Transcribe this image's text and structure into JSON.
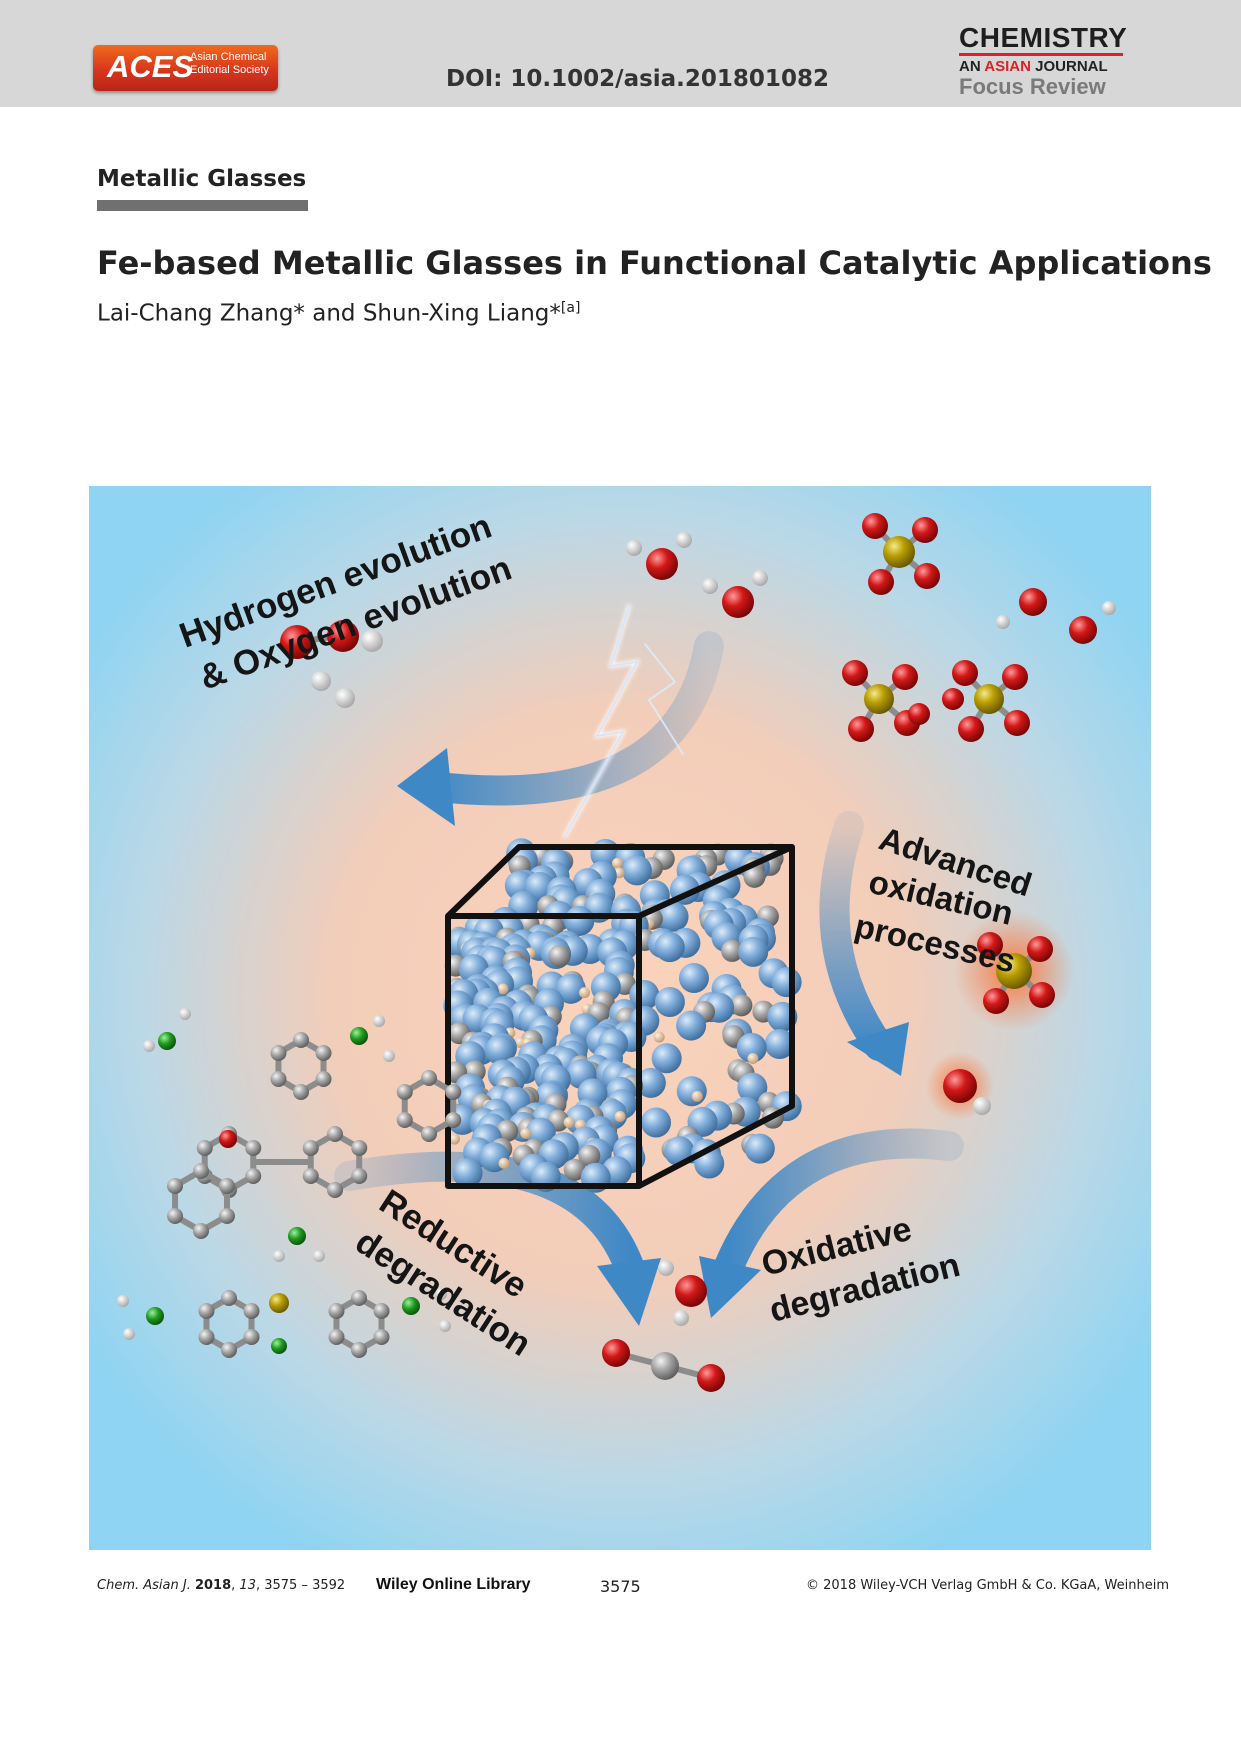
{
  "header": {
    "logo_word": "ACES",
    "logo_sub": "Asian Chemical Editorial Society",
    "doi": "DOI: 10.1002/asia.201801082",
    "journal_line1": "CHEMISTRY",
    "journal_an": "AN",
    "journal_asian": "ASIAN",
    "journal_journal": "JOURNAL",
    "journal_type": "Focus Review"
  },
  "article": {
    "section": "Metallic Glasses",
    "title": "Fe-based Metallic Glasses in Functional Catalytic Applications",
    "authors": "Lai-Chang Zhang* and Shun-Xing Liang*",
    "affiliation_mark": "[a]"
  },
  "figure": {
    "label_her_1": "Hydrogen evolution",
    "label_her_2": "& Oxygen evolution",
    "label_aop_1": "Advanced",
    "label_aop_2": "oxidation",
    "label_aop_3": "processes",
    "label_red_1": "Reductive",
    "label_red_2": "degradation",
    "label_ox_1": "Oxidative",
    "label_ox_2": "degradation",
    "colors": {
      "fe": "#6f9fd0",
      "metalloid": "#a6a6a6",
      "oxygen": "#d21818",
      "sulfur": "#b89d00",
      "nitrogen": "#1f9a1f",
      "arrow": "#3f88c6"
    }
  },
  "footer": {
    "journal_abbr": "Chem. Asian J.",
    "year": "2018",
    "volume": "13",
    "pages": "3575 – 3592",
    "library": "Wiley Online Library",
    "page_number": "3575",
    "copyright": "© 2018 Wiley-VCH Verlag GmbH & Co. KGaA, Weinheim"
  }
}
